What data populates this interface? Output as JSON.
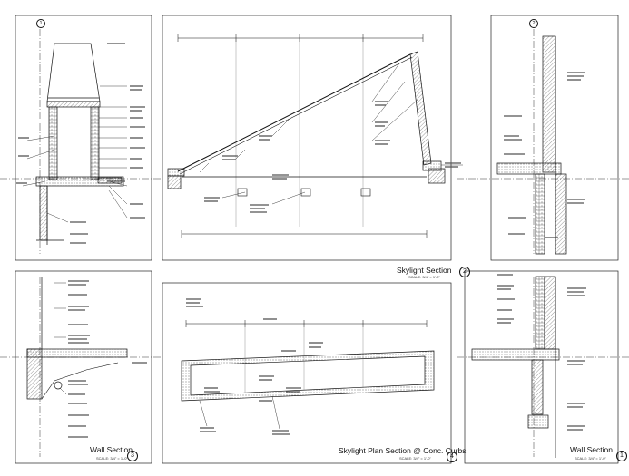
{
  "titles": {
    "skylight_section": "Skylight Section",
    "skylight_plan_section": "Skylight Plan Section @ Conc. Curbs",
    "wall_section_3": "Wall Section",
    "wall_section_1": "Wall Section"
  },
  "scales": {
    "skylight_section": "SCALE: 3/4\" = 1'-0\"",
    "skylight_plan_section": "SCALE: 3/4\" = 1'-0\"",
    "wall_section_3": "SCALE: 3/4\" = 1'-0\"",
    "wall_section_1": "SCALE: 3/4\" = 1'-0\""
  },
  "bubbles": {
    "skylight_section": "2",
    "skylight_plan_section": "4",
    "wall_section_3": "3",
    "wall_section_1": "1",
    "grid_1": "1",
    "grid_2": "2"
  },
  "colors": {
    "ink": "#111111",
    "hatch": "#555555",
    "paper": "#ffffff"
  }
}
